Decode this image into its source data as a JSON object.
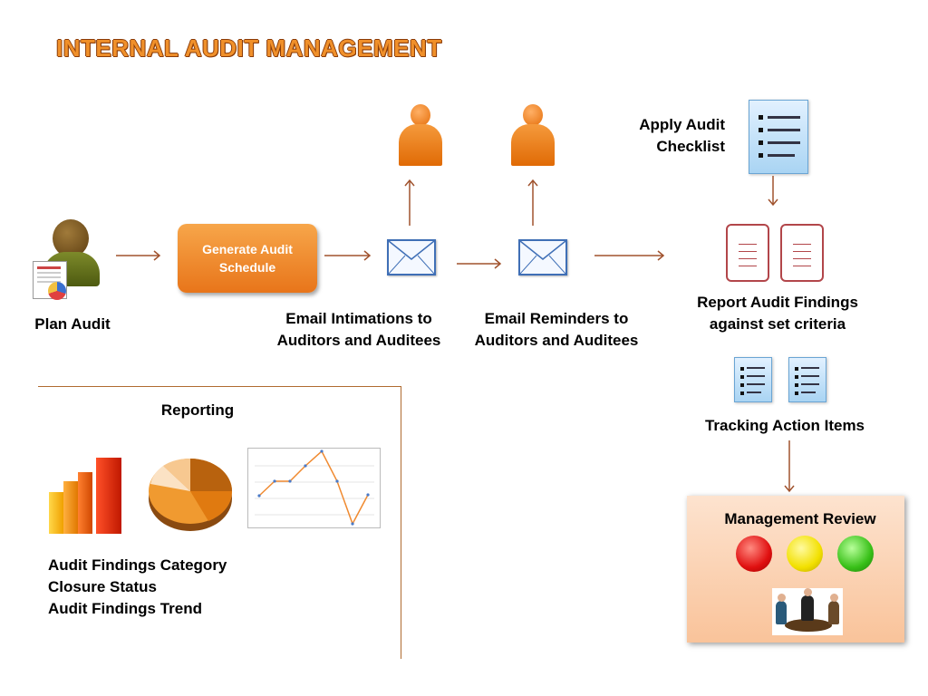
{
  "title": "INTERNAL AUDIT MANAGEMENT",
  "steps": {
    "plan_audit": "Plan Audit",
    "generate_schedule": "Generate Audit\nSchedule",
    "email_intimations": "Email Intimations to\nAuditors and Auditees",
    "email_reminders": "Email  Reminders to\nAuditors and Auditees",
    "apply_checklist": "Apply Audit\nChecklist",
    "report_findings": "Report Audit Findings\nagainst set criteria",
    "tracking": "Tracking Action Items",
    "management_review": "Management Review"
  },
  "reporting": {
    "heading": "Reporting",
    "items": [
      "Audit Findings Category",
      "Closure Status",
      "Audit Findings Trend"
    ]
  },
  "icons": {
    "plan": "auditor-with-report-icon",
    "person": "person-icon",
    "email": "envelope-icon",
    "checklist": "checklist-icon",
    "report": "report-document-icon",
    "bar_chart": "bar-chart-icon",
    "pie_chart": "pie-chart-icon",
    "line_chart": "line-chart-icon",
    "traffic_lights": "status-lights-icon",
    "meeting": "meeting-icon"
  },
  "colors": {
    "accent": "#e8751a",
    "arrow": "#a0522d",
    "title": "#f0902a",
    "report_border": "#b2464a"
  }
}
